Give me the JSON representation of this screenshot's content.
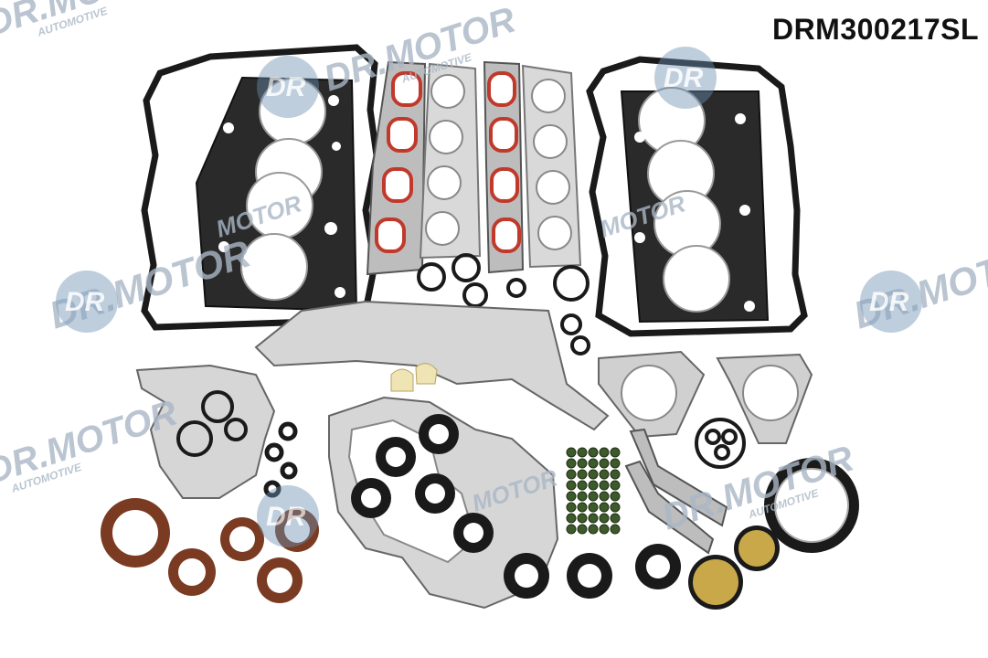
{
  "product_code": "DRM300217SL",
  "watermark": {
    "brand": "DR.MOTOR",
    "sub": "AUTOMOTIVE",
    "color": "#a9b7c6",
    "badge_color": "#6b8fb3"
  },
  "colors": {
    "gasket_black": "#1a1a1a",
    "gasket_grey": "#c9c9c9",
    "seal_red": "#c0392b",
    "seal_brown": "#7a3b22",
    "seal_gold": "#c9a84a",
    "valve_seal_green": "#3d5a2a"
  }
}
